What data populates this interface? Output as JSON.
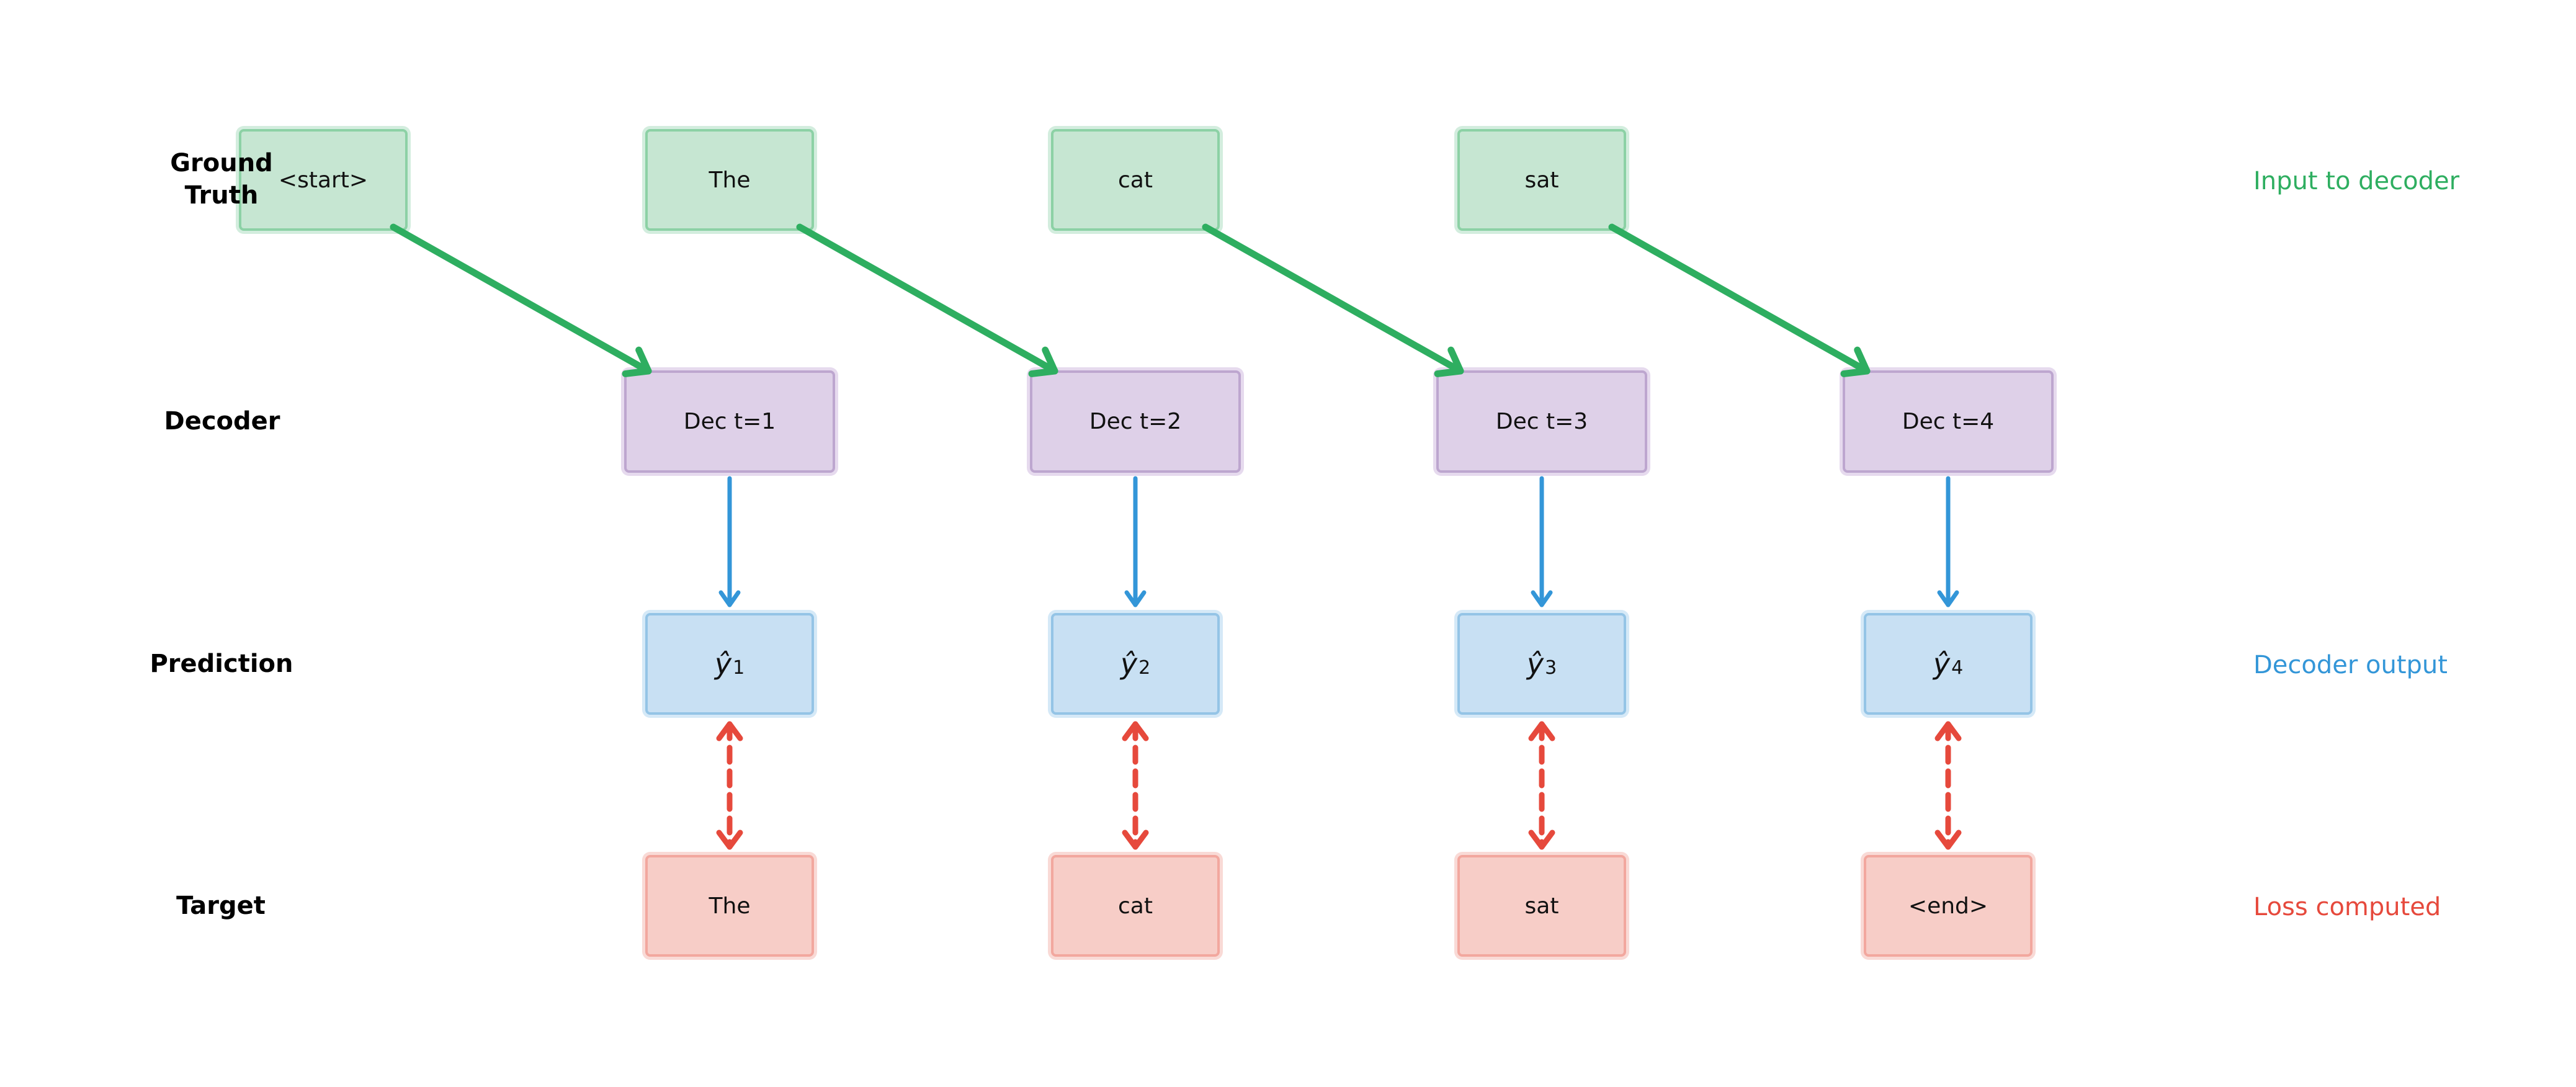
{
  "palette": {
    "green_accent": "#2eae60",
    "green_fill": "#c6e6d2",
    "green_ring": "#d3edde",
    "green_border": "#8cd1a5",
    "purple_fill": "#ded0e8",
    "purple_ring": "#e6daee",
    "purple_border": "#bda6cf",
    "blue_accent": "#3396d8",
    "blue_fill": "#c8e0f3",
    "blue_ring": "#d5e9f7",
    "blue_border": "#94c4e6",
    "red_accent": "#e6493c",
    "red_fill": "#f7cdc7",
    "red_ring": "#f9dad6",
    "red_border": "#f2a79e",
    "text": "#111111"
  },
  "row_labels": {
    "ground_truth_line1": "Ground",
    "ground_truth_line2": "Truth",
    "decoder": "Decoder",
    "prediction": "Prediction",
    "target": "Target"
  },
  "ground_truth": {
    "boxes": [
      "<start>",
      "The",
      "cat",
      "sat"
    ]
  },
  "decoder": {
    "boxes": [
      "Dec t=1",
      "Dec t=2",
      "Dec t=3",
      "Dec t=4"
    ]
  },
  "prediction": {
    "boxes": [
      {
        "base": "ŷ",
        "sub": "1"
      },
      {
        "base": "ŷ",
        "sub": "2"
      },
      {
        "base": "ŷ",
        "sub": "3"
      },
      {
        "base": "ŷ",
        "sub": "4"
      }
    ]
  },
  "target": {
    "boxes": [
      "The",
      "cat",
      "sat",
      "<end>"
    ]
  },
  "annotations": {
    "input_to_decoder": "Input to decoder",
    "decoder_output": "Decoder output",
    "loss_computed": "Loss computed"
  }
}
